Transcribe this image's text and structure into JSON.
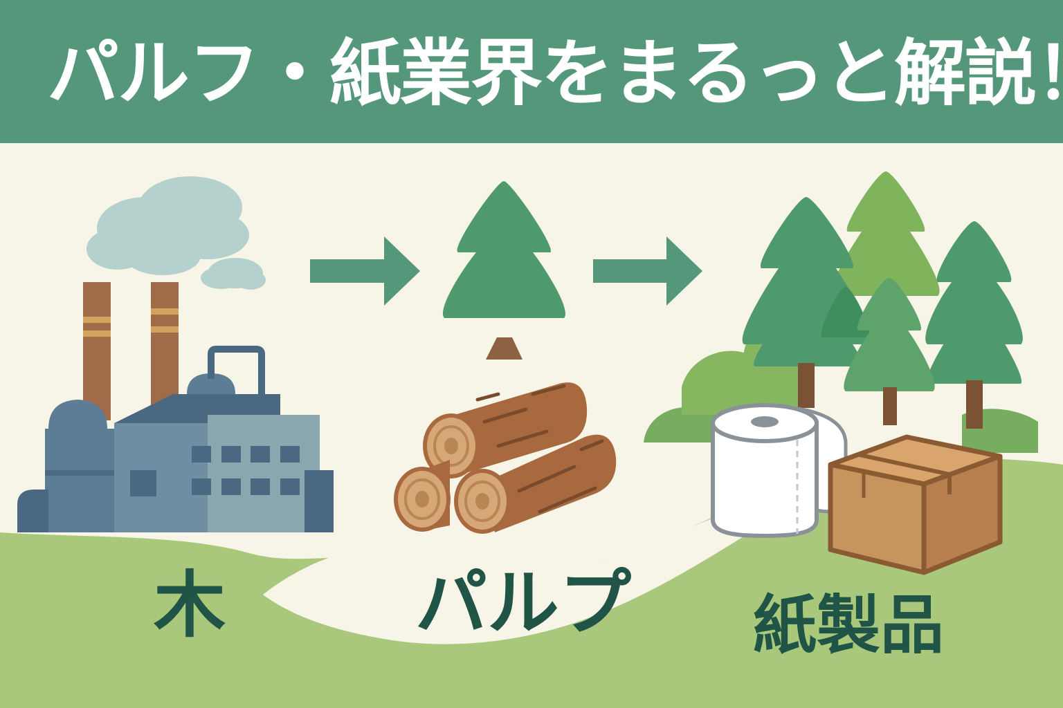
{
  "banner": {
    "title": "パルフ・紙業界をまるっと解説！"
  },
  "labels": {
    "wood": "木",
    "pulp": "パルプ",
    "paper_products": "紙製品"
  },
  "icons": {
    "factory": "factory-icon",
    "smoke": "smoke-cloud-icon",
    "arrow": "arrow-right-icon",
    "tree": "pine-tree-icon",
    "logs": "log-pile-icon",
    "forest": "forest-icon",
    "toilet_paper": "toilet-paper-roll-icon",
    "box": "cardboard-box-icon"
  },
  "colors": {
    "banner": "#54977a",
    "background": "#f7f4e8",
    "ground": "#a9c87c",
    "tree": "#4f9a6c",
    "label_text": "#1f5446",
    "factory": "#7f9ea6",
    "log": "#a8693f",
    "box": "#c8945e"
  }
}
